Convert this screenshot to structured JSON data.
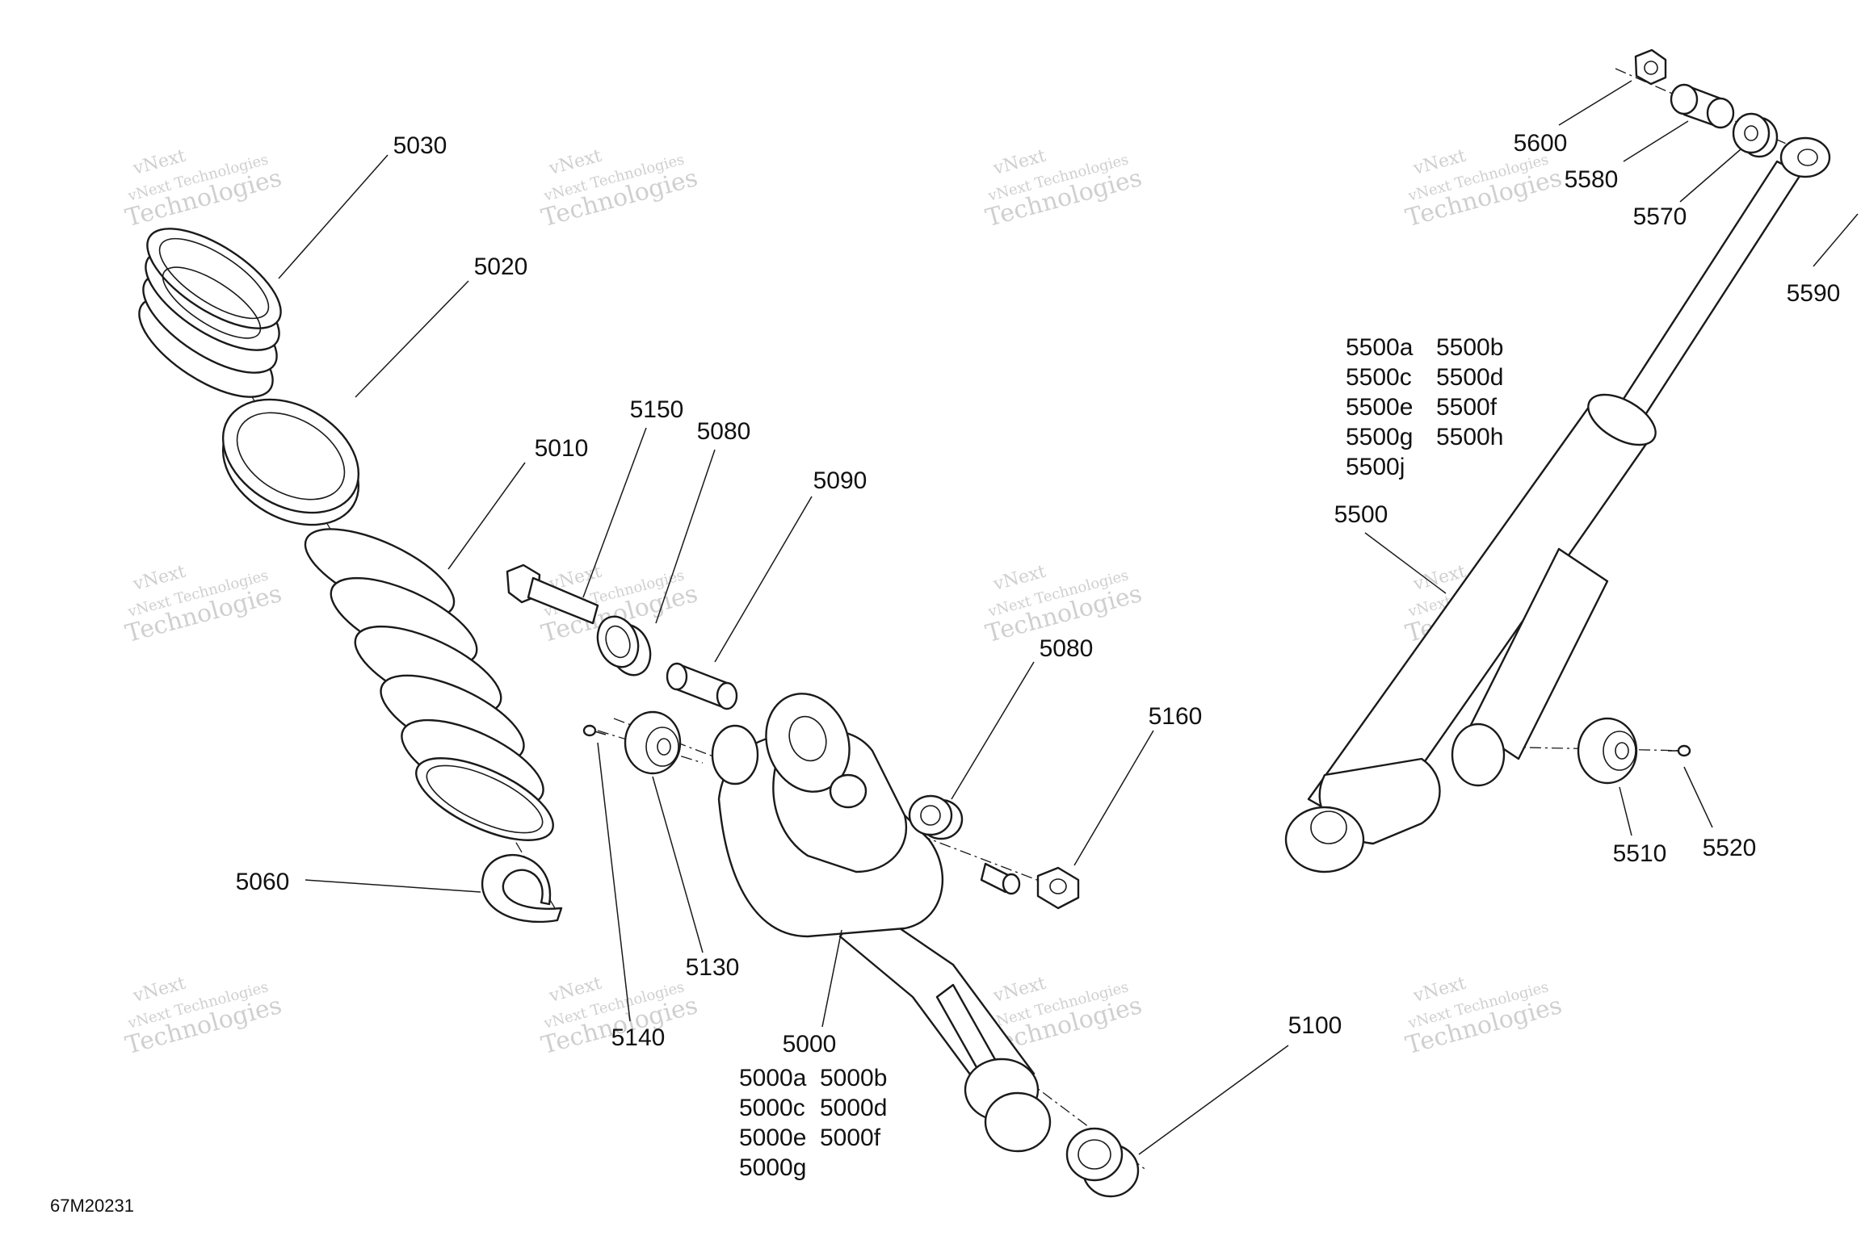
{
  "diagram": {
    "document_id": "67M20231",
    "watermark_lines": [
      "vNext Technologies",
      "vNext",
      "Technologies"
    ],
    "callouts": {
      "p5030": "5030",
      "p5020": "5020",
      "p5010": "5010",
      "p5060": "5060",
      "p5150": "5150",
      "p5080a": "5080",
      "p5090": "5090",
      "p5080b": "5080",
      "p5160": "5160",
      "p5130": "5130",
      "p5140": "5140",
      "p5000": "5000",
      "p5100": "5100",
      "p5600": "5600",
      "p5580": "5580",
      "p5570": "5570",
      "p5590": "5590",
      "p5500": "5500",
      "p5510": "5510",
      "p5520": "5520"
    },
    "variants_5000": {
      "row1": [
        "5000a",
        "5000b"
      ],
      "row2": [
        "5000c",
        "5000d"
      ],
      "row3": [
        "5000e",
        "5000f"
      ],
      "row4": [
        "5000g"
      ]
    },
    "variants_5500": {
      "row1": [
        "5500a",
        "5500b"
      ],
      "row2": [
        "5500c",
        "5500d"
      ],
      "row3": [
        "5500e",
        "5500f"
      ],
      "row4": [
        "5500g",
        "5500h"
      ],
      "row5": [
        "5500j"
      ]
    }
  }
}
